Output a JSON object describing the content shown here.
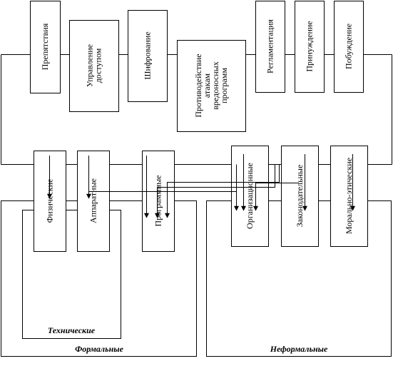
{
  "top_methods": [
    {
      "id": "prepyatstviya",
      "lines": [
        "Препятствия"
      ]
    },
    {
      "id": "upravlenie-dostupom",
      "lines": [
        "Управление",
        "доступом"
      ]
    },
    {
      "id": "shifrovanie",
      "lines": [
        "Шифрование"
      ]
    },
    {
      "id": "protivodeystvie",
      "lines": [
        "Противодействие",
        "атакам",
        "вредоносных",
        "программ"
      ]
    },
    {
      "id": "reglamentatsiya",
      "lines": [
        "Регламентация"
      ]
    },
    {
      "id": "prinuzhdenie",
      "lines": [
        "Принуждение"
      ]
    },
    {
      "id": "pobuzhdenie",
      "lines": [
        "Побуждение"
      ]
    }
  ],
  "bottom_means": [
    {
      "id": "fizicheskie",
      "lines": [
        "Физические"
      ]
    },
    {
      "id": "apparatnye",
      "lines": [
        "Аппаратные"
      ]
    },
    {
      "id": "programmnye",
      "lines": [
        "Программные"
      ]
    },
    {
      "id": "organizatsionnye",
      "lines": [
        "Организационные"
      ]
    },
    {
      "id": "zakonodatelnye",
      "lines": [
        "Законодательные"
      ]
    },
    {
      "id": "moralno-eticheskie",
      "lines": [
        "Морально-этические"
      ]
    }
  ],
  "groups": {
    "technical": "Технические",
    "formal": "Формальные",
    "informal": "Неформальные"
  }
}
